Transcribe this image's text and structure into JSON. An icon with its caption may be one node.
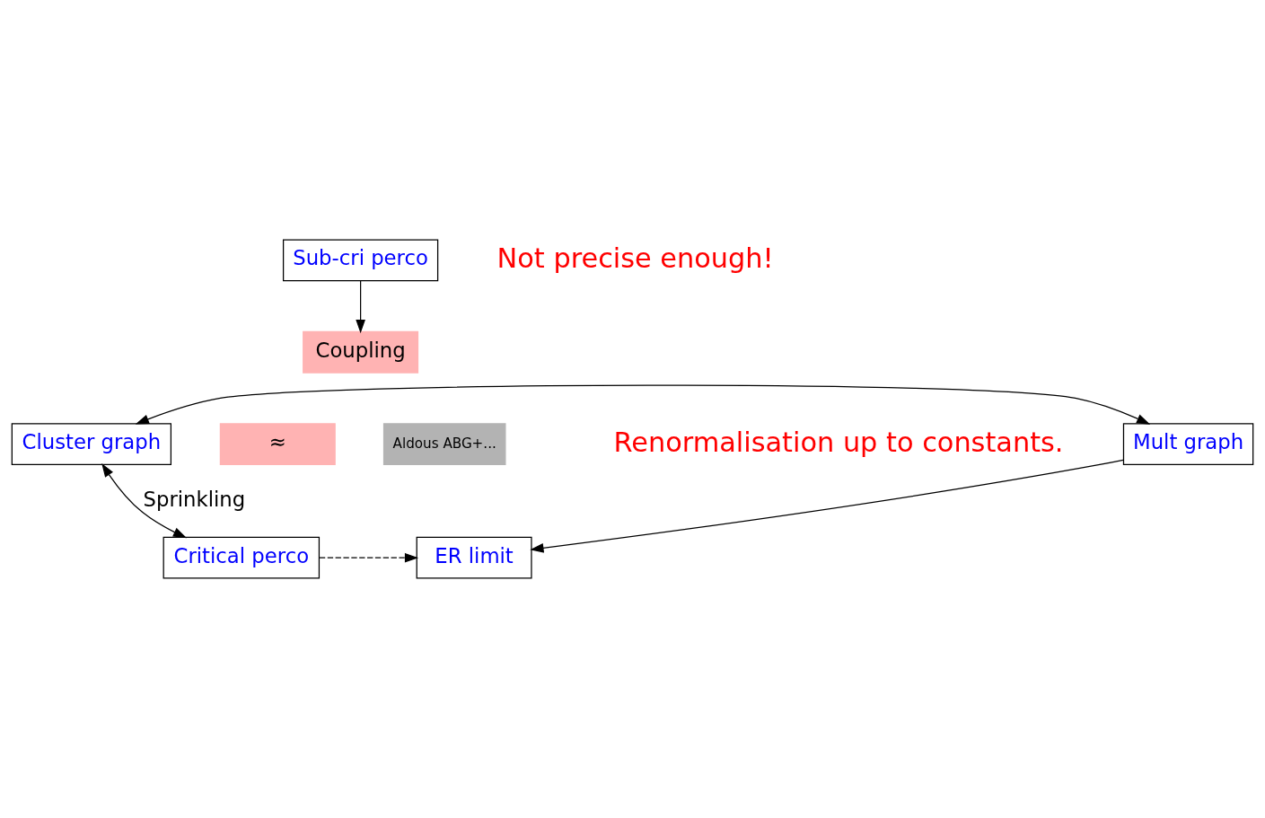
{
  "diagram": {
    "nodes": [
      {
        "text": [
          "Sub-cri perco"
        ]
      },
      {
        "text": [
          "Coupling"
        ]
      },
      {
        "text": [
          "Cluster graph"
        ]
      },
      {
        "text": [
          "Mult graph"
        ]
      },
      {
        "text": [
          "≈"
        ]
      },
      {
        "text": [
          "Aldous ABG+..."
        ]
      },
      {
        "text": [
          "Critical perco"
        ]
      },
      {
        "text": [
          "ER limit"
        ]
      }
    ],
    "edges": [
      {
        "from": 0,
        "to": 1,
        "arrow": "to"
      },
      {
        "from": 2,
        "to": 3,
        "arrow": "both"
      },
      {
        "from": 2,
        "to": 6,
        "arrow": "both",
        "label": "Sprinkling"
      },
      {
        "from": 3,
        "to": 7,
        "arrow": "to"
      },
      {
        "from": 6,
        "to": 7,
        "arrow": "to",
        "style": "dashed"
      }
    ],
    "labels": [
      "Not precise enough!",
      "Renormalisation up to constants."
    ]
  }
}
